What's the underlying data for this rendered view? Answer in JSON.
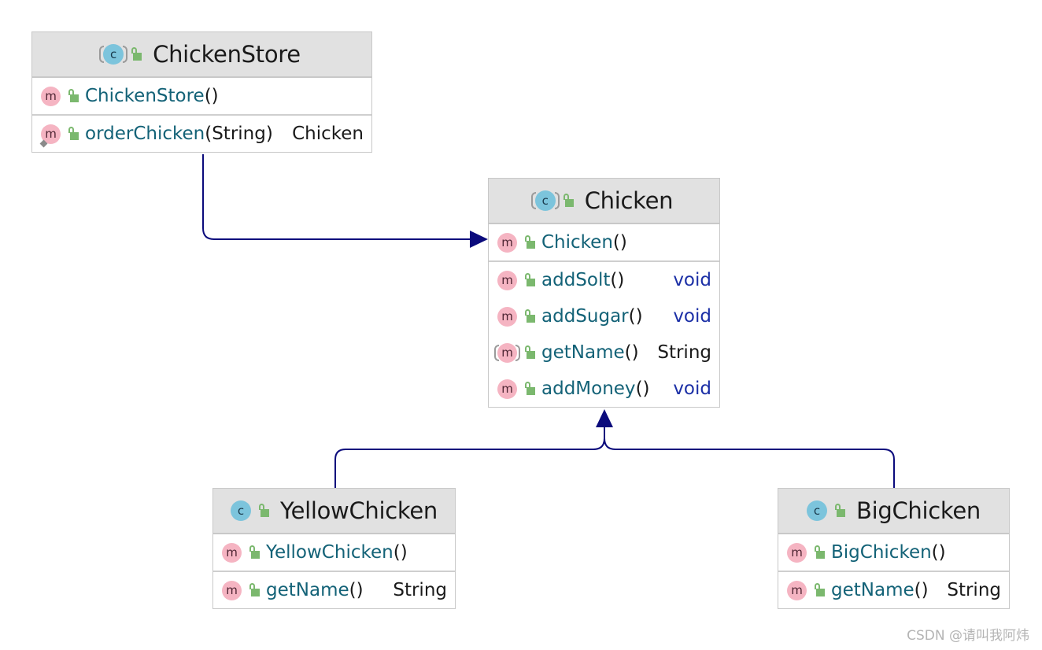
{
  "diagram": {
    "classes": {
      "chicken_store": {
        "icon": "class-icon-abstract",
        "icon_letter": "c",
        "name": "ChickenStore",
        "sections": [
          [
            {
              "icon": "method-icon",
              "icon_letter": "m",
              "name": "ChickenStore",
              "params": "()",
              "return_type": ""
            }
          ],
          [
            {
              "icon": "method-icon",
              "icon_letter": "m",
              "name": "orderChicken",
              "params": "(String)",
              "return_type": "Chicken",
              "return_type_keyword": false
            }
          ]
        ]
      },
      "chicken": {
        "icon": "class-icon-abstract",
        "icon_letter": "c",
        "name": "Chicken",
        "sections": [
          [
            {
              "icon": "method-icon",
              "icon_letter": "m",
              "name": "Chicken",
              "params": "()",
              "return_type": ""
            }
          ],
          [
            {
              "icon": "method-icon",
              "icon_letter": "m",
              "name": "addSolt",
              "params": "()",
              "return_type": "void",
              "return_type_keyword": true
            },
            {
              "icon": "method-icon",
              "icon_letter": "m",
              "name": "addSugar",
              "params": "()",
              "return_type": "void",
              "return_type_keyword": true
            },
            {
              "icon": "method-icon-abstract",
              "icon_letter": "m",
              "name": "getName",
              "params": "()",
              "return_type": "String",
              "return_type_keyword": false
            },
            {
              "icon": "method-icon",
              "icon_letter": "m",
              "name": "addMoney",
              "params": "()",
              "return_type": "void",
              "return_type_keyword": true
            }
          ]
        ]
      },
      "yellow_chicken": {
        "icon": "class-icon",
        "icon_letter": "c",
        "name": "YellowChicken",
        "sections": [
          [
            {
              "icon": "method-icon",
              "icon_letter": "m",
              "name": "YellowChicken",
              "params": "()",
              "return_type": ""
            }
          ],
          [
            {
              "icon": "method-icon",
              "icon_letter": "m",
              "name": "getName",
              "params": "()",
              "return_type": "String",
              "return_type_keyword": false
            }
          ]
        ]
      },
      "big_chicken": {
        "icon": "class-icon",
        "icon_letter": "c",
        "name": "BigChicken",
        "sections": [
          [
            {
              "icon": "method-icon",
              "icon_letter": "m",
              "name": "BigChicken",
              "params": "()",
              "return_type": ""
            }
          ],
          [
            {
              "icon": "method-icon",
              "icon_letter": "m",
              "name": "getName",
              "params": "()",
              "return_type": "String",
              "return_type_keyword": false
            }
          ]
        ]
      }
    },
    "relationships": [
      {
        "type": "dependency",
        "from": "ChickenStore",
        "to": "Chicken"
      },
      {
        "type": "generalization",
        "from": "YellowChicken",
        "to": "Chicken"
      },
      {
        "type": "generalization",
        "from": "BigChicken",
        "to": "Chicken"
      }
    ]
  },
  "colors": {
    "connector": "#0b0b7c",
    "header_bg": "#e1e1e1",
    "method_name": "#136277",
    "keyword": "#1b2fa6",
    "method_icon": "#f5b4c2",
    "class_icon": "#7cc4dc",
    "visibility_icon": "#7bb86e"
  },
  "watermark": "CSDN @请叫我阿炜"
}
